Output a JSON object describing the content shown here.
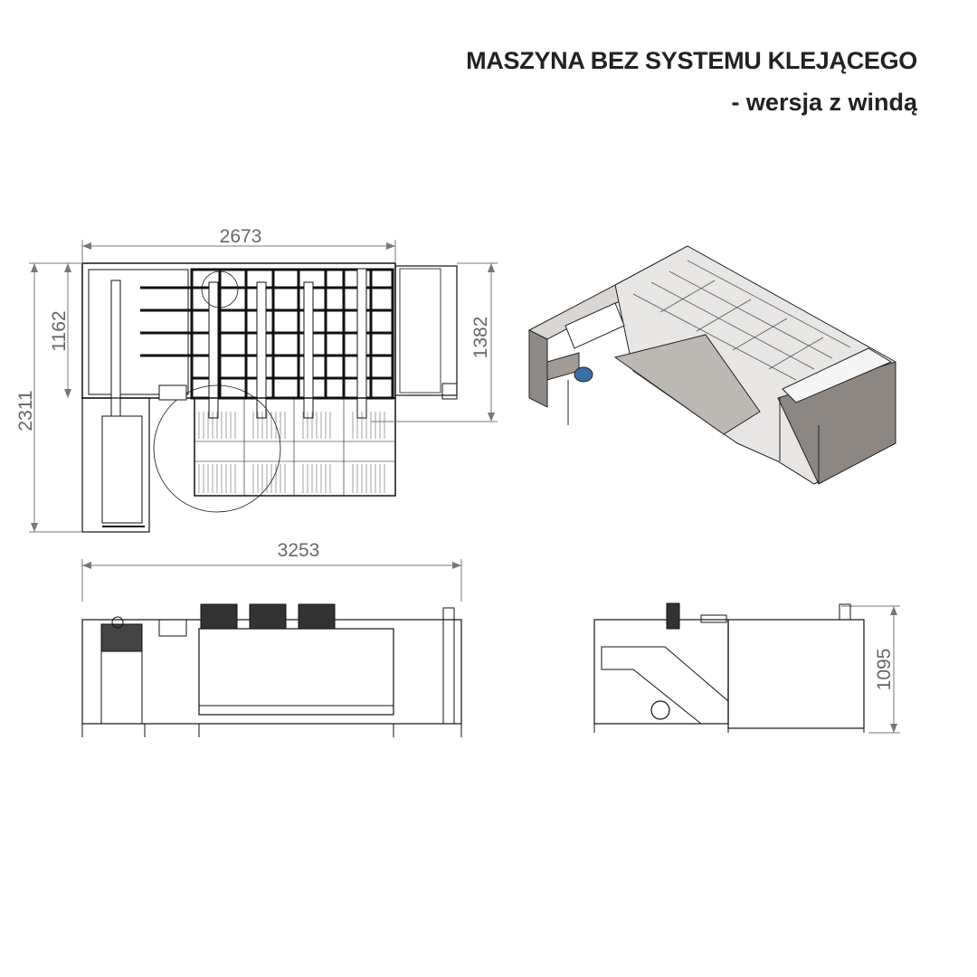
{
  "title": "MASZYNA BEZ SYSTEMU KLEJĄCEGO",
  "subtitle": "- wersja z windą",
  "dimensions": {
    "top_width": "2673",
    "top_depth": "1162",
    "total_depth": "2311",
    "extension_depth": "1382",
    "total_length": "3253",
    "height": "1095"
  },
  "colors": {
    "line": "#111111",
    "dimension": "#666666",
    "motor": "#3a6ea5"
  }
}
